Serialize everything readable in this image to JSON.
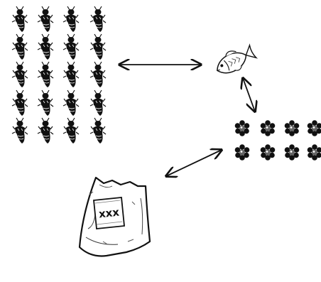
{
  "bag": {
    "label": "xxx"
  },
  "colors": {
    "ink": "#111111",
    "paper": "#ffffff",
    "shade": "#555555"
  },
  "icons": {
    "cluster_a": "insect-icon",
    "subject": "fish-icon",
    "cluster_b": "flower-icon",
    "item": "sack-icon"
  },
  "connections": [
    {
      "from": "insect-group",
      "to": "fish",
      "type": "two-way-arrow"
    },
    {
      "from": "fish",
      "to": "flower-group",
      "type": "two-way-arrow"
    },
    {
      "from": "flower-group",
      "to": "sack",
      "type": "two-way-arrow"
    }
  ]
}
